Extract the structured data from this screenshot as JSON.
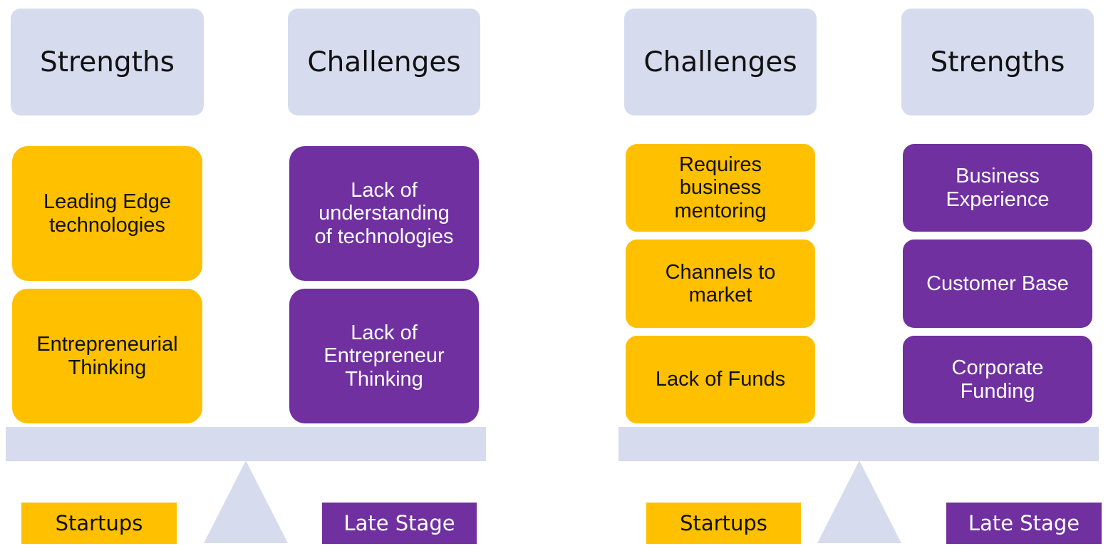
{
  "colors": {
    "header_bg": "#d6dbee",
    "startup_yellow": "#ffc000",
    "late_stage_purple": "#7030a0",
    "beam": "#d6dbee"
  },
  "left_scale": {
    "left_header": "Strengths",
    "right_header": "Challenges",
    "left_cards": [
      "Leading Edge\ntechnologies",
      "Entrepreneurial\nThinking"
    ],
    "right_cards": [
      "Lack of\nunderstanding\nof technologies",
      "Lack of\nEntrepreneur\nThinking"
    ],
    "left_label": "Startups",
    "right_label": "Late Stage"
  },
  "right_scale": {
    "left_header": "Challenges",
    "right_header": "Strengths",
    "left_cards": [
      "Requires\nbusiness\nmentoring",
      "Channels to\nmarket",
      "Lack of Funds"
    ],
    "right_cards": [
      "Business\nExperience",
      "Customer Base",
      "Corporate\nFunding"
    ],
    "left_label": "Startups",
    "right_label": "Late Stage"
  }
}
